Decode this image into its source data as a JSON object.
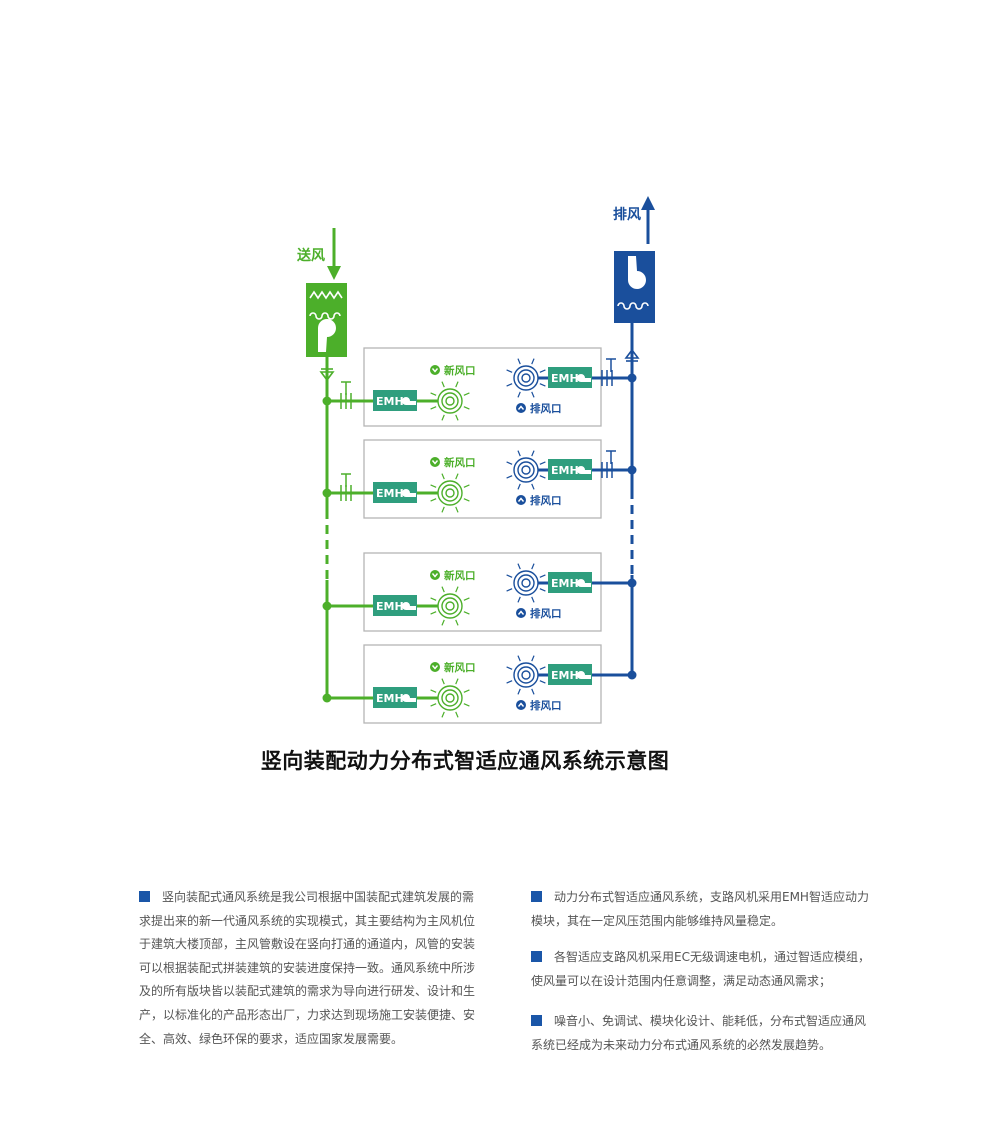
{
  "diagram": {
    "supply_label": "送风",
    "exhaust_label": "排风",
    "fresh_outlet_label": "新风口",
    "exhaust_outlet_label": "排风口",
    "module_label": "EMH",
    "colors": {
      "supply": "#4caf2a",
      "exhaust": "#1a4f9c",
      "module": "#2f9e7e",
      "border": "#b5b5b5"
    }
  },
  "title": "竖向装配动力分布式智适应通风系统示意图",
  "paragraphs": [
    "竖向装配式通风系统是我公司根据中国装配式建筑发展的需求提出来的新一代通风系统的实现模式，其主要结构为主风机位于建筑大楼顶部，主风管敷设在竖向打通的通道内，风管的安装可以根据装配式拼装建筑的安装进度保持一致。通风系统中所涉及的所有版块皆以装配式建筑的需求为导向进行研发、设计和生产，以标准化的产品形态出厂，力求达到现场施工安装便捷、安全、高效、绿色环保的要求，适应国家发展需要。",
    "动力分布式智适应通风系统，支路风机采用EMH智适应动力模块，其在一定风压范围内能够维持风量稳定。",
    "各智适应支路风机采用EC无级调速电机，通过智适应模组，使风量可以在设计范围内任意调整，满足动态通风需求；",
    "噪音小、免调试、模块化设计、能耗低，分布式智适应通风系统已经成为未来动力分布式通风系统的必然发展趋势。"
  ]
}
